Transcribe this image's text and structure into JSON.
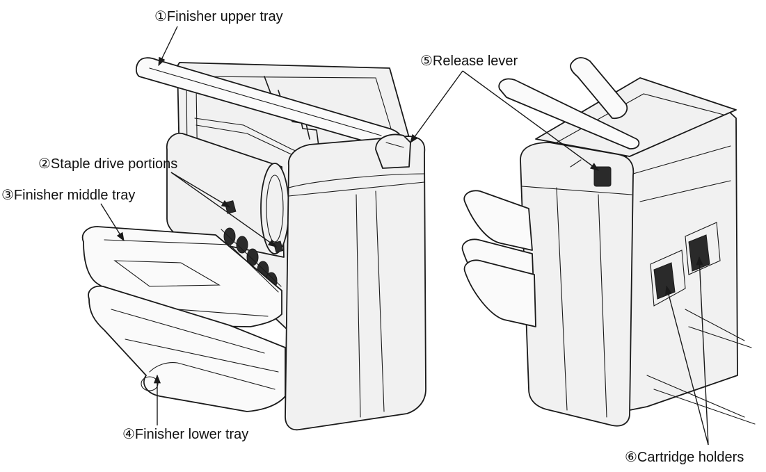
{
  "labels": {
    "upper_tray": "①Finisher upper tray",
    "staple_drive": "②Staple drive portions",
    "middle_tray": "③Finisher middle tray",
    "lower_tray": "④Finisher lower tray",
    "release_lever": "⑤Release lever",
    "cartridge_holders": "⑥Cartridge holders"
  }
}
